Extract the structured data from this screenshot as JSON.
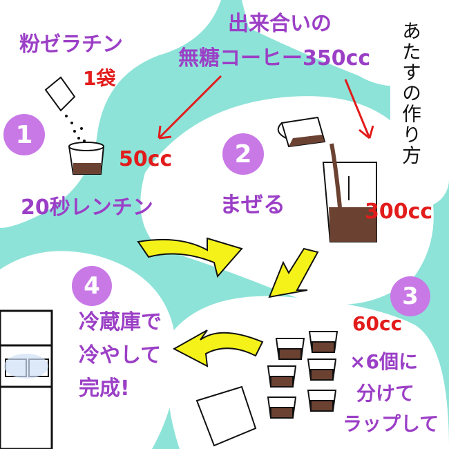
{
  "title_vertical": "あたすの作り方",
  "ingredients": {
    "gelatin": "粉ゼラチン",
    "gelatin_amount": "1袋",
    "coffee_line1": "出来合いの",
    "coffee_line2": "無糖コーヒー350cc"
  },
  "steps": [
    {
      "number": "1",
      "amount": "50cc",
      "instruction": "20秒レンチン"
    },
    {
      "number": "2",
      "instruction": "まぜる",
      "amount": "300cc"
    },
    {
      "number": "3",
      "amount": "60cc",
      "detail_line1": "×6個に",
      "detail_line2": "分けて",
      "detail_line3": "ラップして"
    },
    {
      "number": "4",
      "line1": "冷蔵庫で",
      "line2": "冷やして",
      "line3": "完成!"
    }
  ],
  "colors": {
    "background_teal": "#8ee3d8",
    "panel_white": "#ffffff",
    "badge_purple": "#c879e6",
    "text_purple": "#9b3fc6",
    "text_red": "#e21b1b",
    "arrow_yellow": "#f5f21a",
    "coffee_brown": "#6b4232"
  }
}
